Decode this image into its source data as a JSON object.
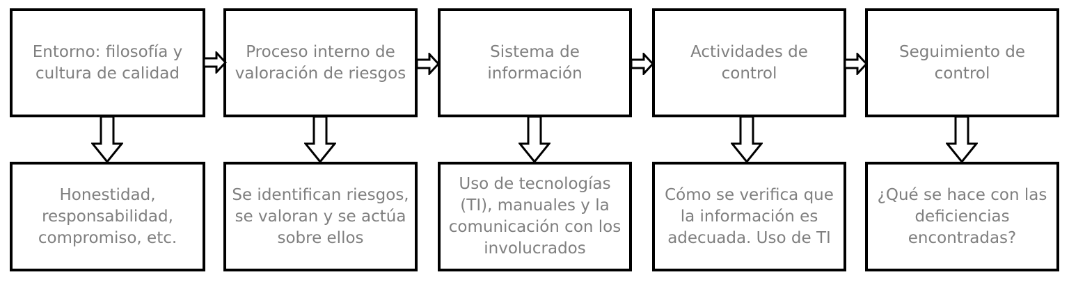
{
  "steps": [
    {
      "title": "Entorno: filosofía y cultura de calidad",
      "detail": "Honestidad, responsabilidad, compromiso, etc."
    },
    {
      "title": "Proceso interno de valoración de riesgos",
      "detail": "Se identifican riesgos, se valoran y se actúa sobre ellos"
    },
    {
      "title": "Sistema de información",
      "detail": "Uso de tecnologías (TI), manuales y la comunicación con los involucrados"
    },
    {
      "title": "Actividades de control",
      "detail": "Cómo se verifica que la información es adecuada. Uso de TI"
    },
    {
      "title": "Seguimiento de control",
      "detail": "¿Qué se hace con las deficiencias encontradas?"
    }
  ],
  "colors": {
    "border": "#000000",
    "text": "#7f7f7f",
    "background": "#ffffff"
  }
}
